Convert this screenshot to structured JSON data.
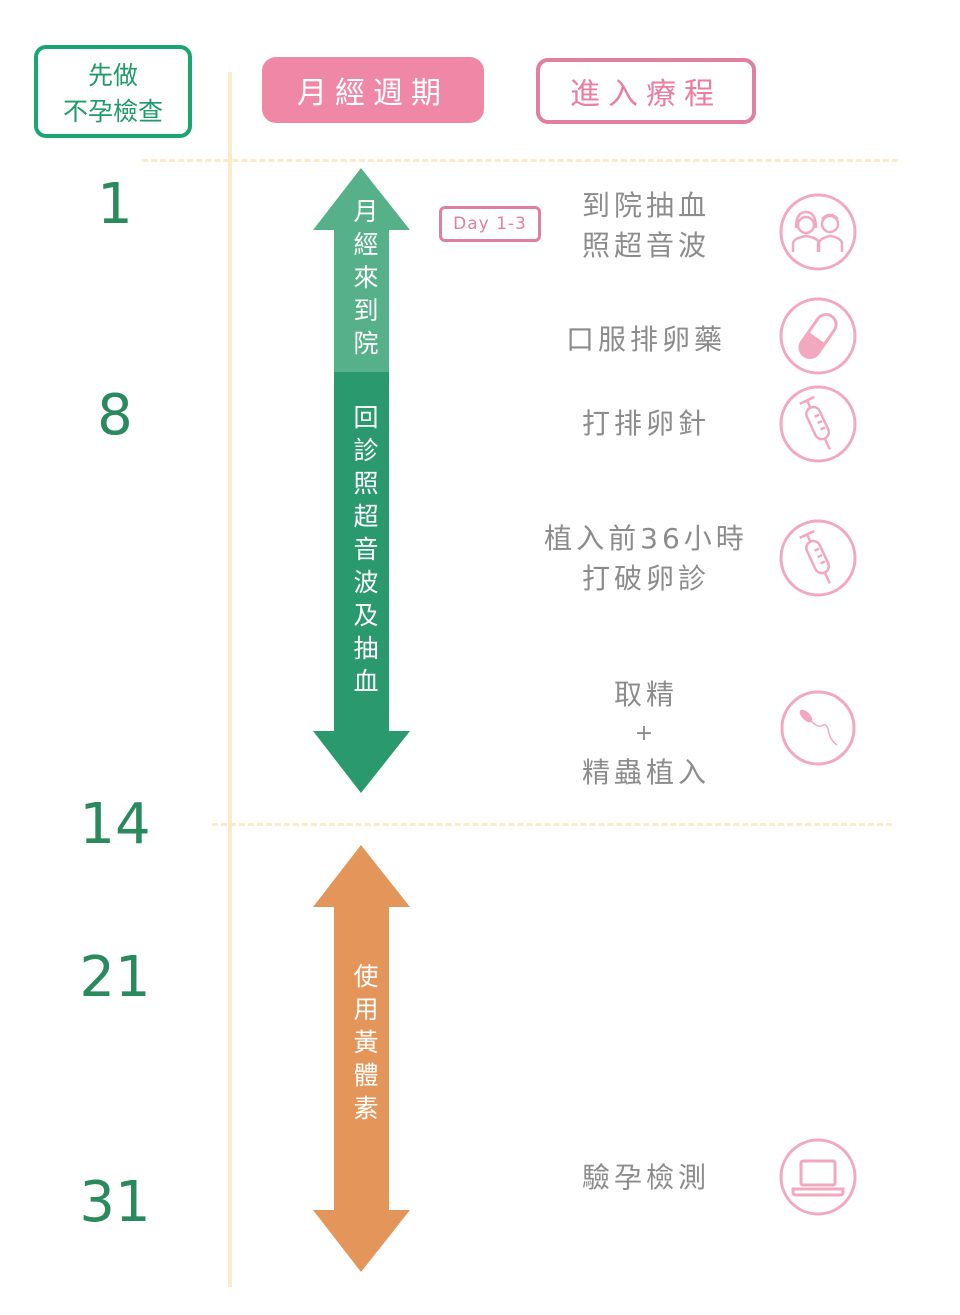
{
  "header": {
    "pre_check_line1": "先做",
    "pre_check_line2": "不孕檢查",
    "cycle": "月經週期",
    "treatment": "進入療程"
  },
  "days": [
    "1",
    "8",
    "14",
    "21",
    "31"
  ],
  "arrows": {
    "menstruation": "月經來到院",
    "follow_up": "回診照超音波及抽血",
    "progesterone": "使用黃體素"
  },
  "badge": "Day 1-3",
  "steps": [
    {
      "lines": [
        "到院抽血",
        "照超音波"
      ],
      "icon": "doctor-patient-icon"
    },
    {
      "lines": [
        "口服排卵藥"
      ],
      "icon": "pill-icon"
    },
    {
      "lines": [
        "打排卵針"
      ],
      "icon": "syringe-icon"
    },
    {
      "lines": [
        "植入前36小時",
        "打破卵診"
      ],
      "icon": "syringe-icon"
    },
    {
      "lines": [
        "取精",
        "+",
        "精蟲植入"
      ],
      "icon": "sperm-icon"
    },
    {
      "lines": [
        "驗孕檢測"
      ],
      "icon": "laptop-icon"
    }
  ],
  "colors": {
    "green": "#2a9a6e",
    "green_light": "#56b08a",
    "orange": "#e3955a",
    "pink": "#ef88a6",
    "icon_pink": "#f2a9c0"
  }
}
